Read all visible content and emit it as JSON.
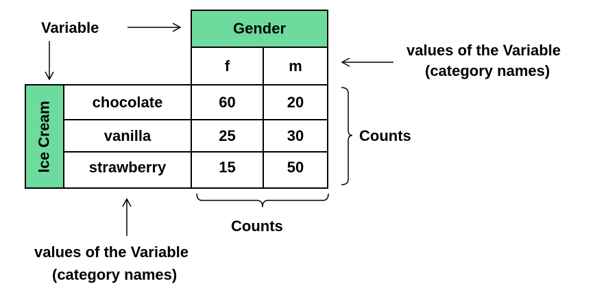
{
  "labels": {
    "variable": "Variable",
    "values_col_line1": "values of the Variable",
    "values_col_line2": "(category names)",
    "values_row_line1": "values of the Variable",
    "values_row_line2": "(category names)",
    "counts_right": "Counts",
    "counts_bottom": "Counts"
  },
  "table": {
    "column_variable": "Gender",
    "row_variable": "Ice Cream",
    "column_categories": [
      "f",
      "m"
    ],
    "rows": [
      {
        "label": "chocolate",
        "values": [
          "60",
          "20"
        ]
      },
      {
        "label": "vanilla",
        "values": [
          "25",
          "30"
        ]
      },
      {
        "label": "strawberry",
        "values": [
          "15",
          "50"
        ]
      }
    ]
  },
  "colors": {
    "header_fill": "#6edb9e",
    "line": "#000000",
    "background": "#ffffff"
  }
}
